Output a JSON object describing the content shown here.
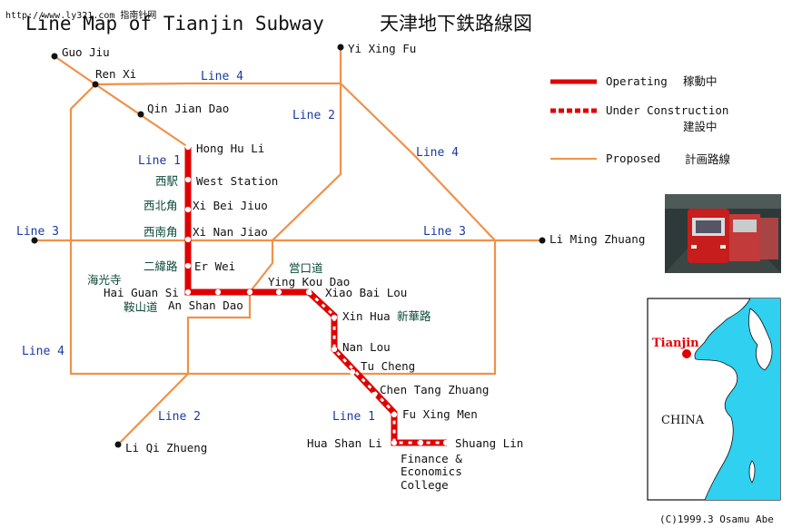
{
  "watermark": "http://www.ly321.com 指南针网",
  "title": "Line Map of Tianjin Subway",
  "title_cjk": "天津地下鉄路線図",
  "colors": {
    "operating": "#e00000",
    "proposed": "#f0914a",
    "line_label": "#1a3aa0",
    "sea": "#2fd0f0"
  },
  "legend": {
    "operating": "Operating",
    "operating_cjk": "稼動中",
    "construction": "Under Construction",
    "construction_cjk": "建設中",
    "proposed": "Proposed",
    "proposed_cjk": "計画路線"
  },
  "line_labels": {
    "l1_top": "Line 1",
    "l1_bottom": "Line 1",
    "l2_top": "Line 2",
    "l2_bottom": "Line 2",
    "l3_left": "Line 3",
    "l3_right": "Line 3",
    "l4_top": "Line 4",
    "l4_right": "Line 4",
    "l4_left": "Line 4"
  },
  "stations": {
    "guo_jiu": "Guo Jiu",
    "ren_xi": "Ren Xi",
    "yi_xing_fu": "Yi Xing Fu",
    "qin_jian_dao": "Qin Jian Dao",
    "hong_hu_li": "Hong Hu Li",
    "west_station": "West Station",
    "west_station_cjk": "西駅",
    "xi_bei_jiuo": "Xi Bei Jiuo",
    "xi_bei_jiuo_cjk": "西北角",
    "xi_nan_jiao": "Xi Nan Jiao",
    "xi_nan_jiao_cjk": "西南角",
    "li_ming_zhuang": "Li Ming Zhuang",
    "er_wei": "Er Wei",
    "er_wei_cjk": "二緯路",
    "hai_guan_si_cjk": "海光寺",
    "hai_guan_si": "Hai Guan Si",
    "an_shan_dao_cjk": "鞍山道",
    "an_shan_dao": "An Shan Dao",
    "ying_kou_dao_cjk": "営口道",
    "ying_kou_dao": "Ying Kou Dao",
    "xiao_bai_lou": "Xiao Bai Lou",
    "xin_hua": "Xin Hua",
    "xin_hua_cjk": "新華路",
    "nan_lou": "Nan Lou",
    "tu_cheng": "Tu Cheng",
    "chen_tang_zhuang": "Chen Tang Zhuang",
    "fu_xing_men": "Fu Xing Men",
    "hua_shan_li": "Hua Shan Li",
    "shuang_lin": "Shuang Lin",
    "finance_1": "Finance &",
    "finance_2": "Economics",
    "finance_3": "College",
    "li_qi_zhueng": "Li Qi Zhueng"
  },
  "inset": {
    "city": "Tianjin",
    "country": "CHINA"
  },
  "copyright": "(C)1999.3 Osamu Abe"
}
